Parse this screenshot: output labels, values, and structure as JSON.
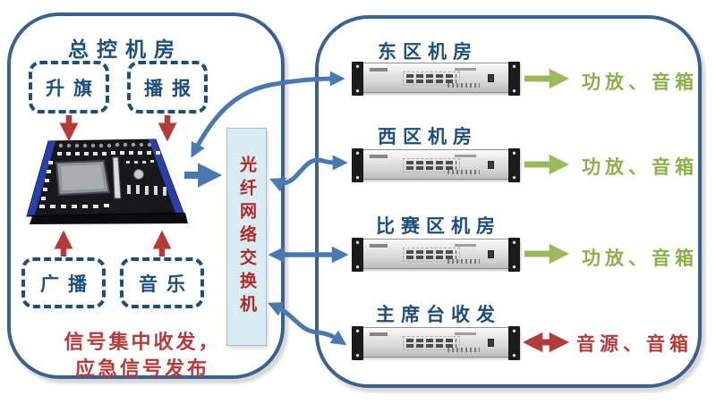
{
  "left_panel": {
    "title": "总控机房",
    "top_sources": [
      {
        "label": "升旗"
      },
      {
        "label": "播报"
      }
    ],
    "bottom_sources": [
      {
        "label": "广播"
      },
      {
        "label": "音乐"
      }
    ],
    "note_line1": "信号集中收发，",
    "note_line2": "应急信号发布"
  },
  "switch_box": {
    "label": "光纤网络交换机"
  },
  "right_panel": {
    "rooms": [
      {
        "name": "东区机房",
        "output": "功放、音箱",
        "arrow": "green"
      },
      {
        "name": "西区机房",
        "output": "功放、音箱",
        "arrow": "green"
      },
      {
        "name": "比赛区机房",
        "output": "功放、音箱",
        "arrow": "green"
      },
      {
        "name": "主席台收发",
        "output": "音源、音箱",
        "arrow": "red-double"
      }
    ]
  },
  "colors": {
    "panel_border": "#3c6191",
    "navy_text": "#1f4e79",
    "red_accent": "#b23c3c",
    "switch_text_red": "#b32823",
    "switch_fill": "#d9ebf3",
    "green_arrow": "#9cba5c",
    "green_text": "#8fae4c",
    "blue_arrow": "#4a78b0"
  }
}
